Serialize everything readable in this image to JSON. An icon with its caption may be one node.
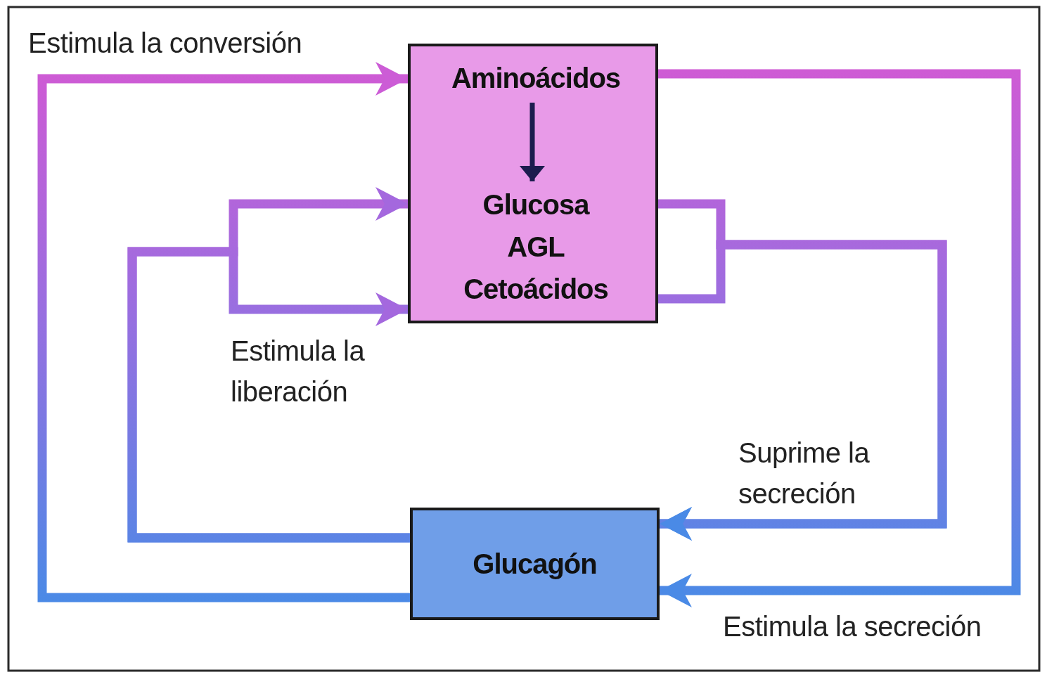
{
  "diagram": {
    "nodes": [
      {
        "text": [],
        "shape": "box"
      },
      {
        "text": [
          "Aminoácidos"
        ],
        "in": 0
      },
      {
        "text": [
          "Glucosa AGL Cetoácidos"
        ],
        "in": 0
      },
      {
        "text": [
          "Glucagón"
        ]
      }
    ],
    "edges": [
      {
        "from": 3,
        "to": 0,
        "arrow": "to",
        "label": "Estimula la conversión"
      },
      {
        "from": 3,
        "to": 0,
        "arrow": "to"
      },
      {
        "from": 3,
        "to": 0,
        "arrow": "to",
        "label": "Estimula la liberación"
      },
      {
        "from": 0,
        "to": 3,
        "arrow": "to",
        "label": "Estimula la secreción"
      },
      {
        "from": 0,
        "to": 3,
        "arrow": "to",
        "label": "Suprime la secreción"
      },
      {
        "from": 0,
        "to": 3,
        "arrow": "to"
      },
      {
        "from": 1,
        "to": 2,
        "arrow": "to",
        "color": "#1c1c4e"
      }
    ]
  }
}
